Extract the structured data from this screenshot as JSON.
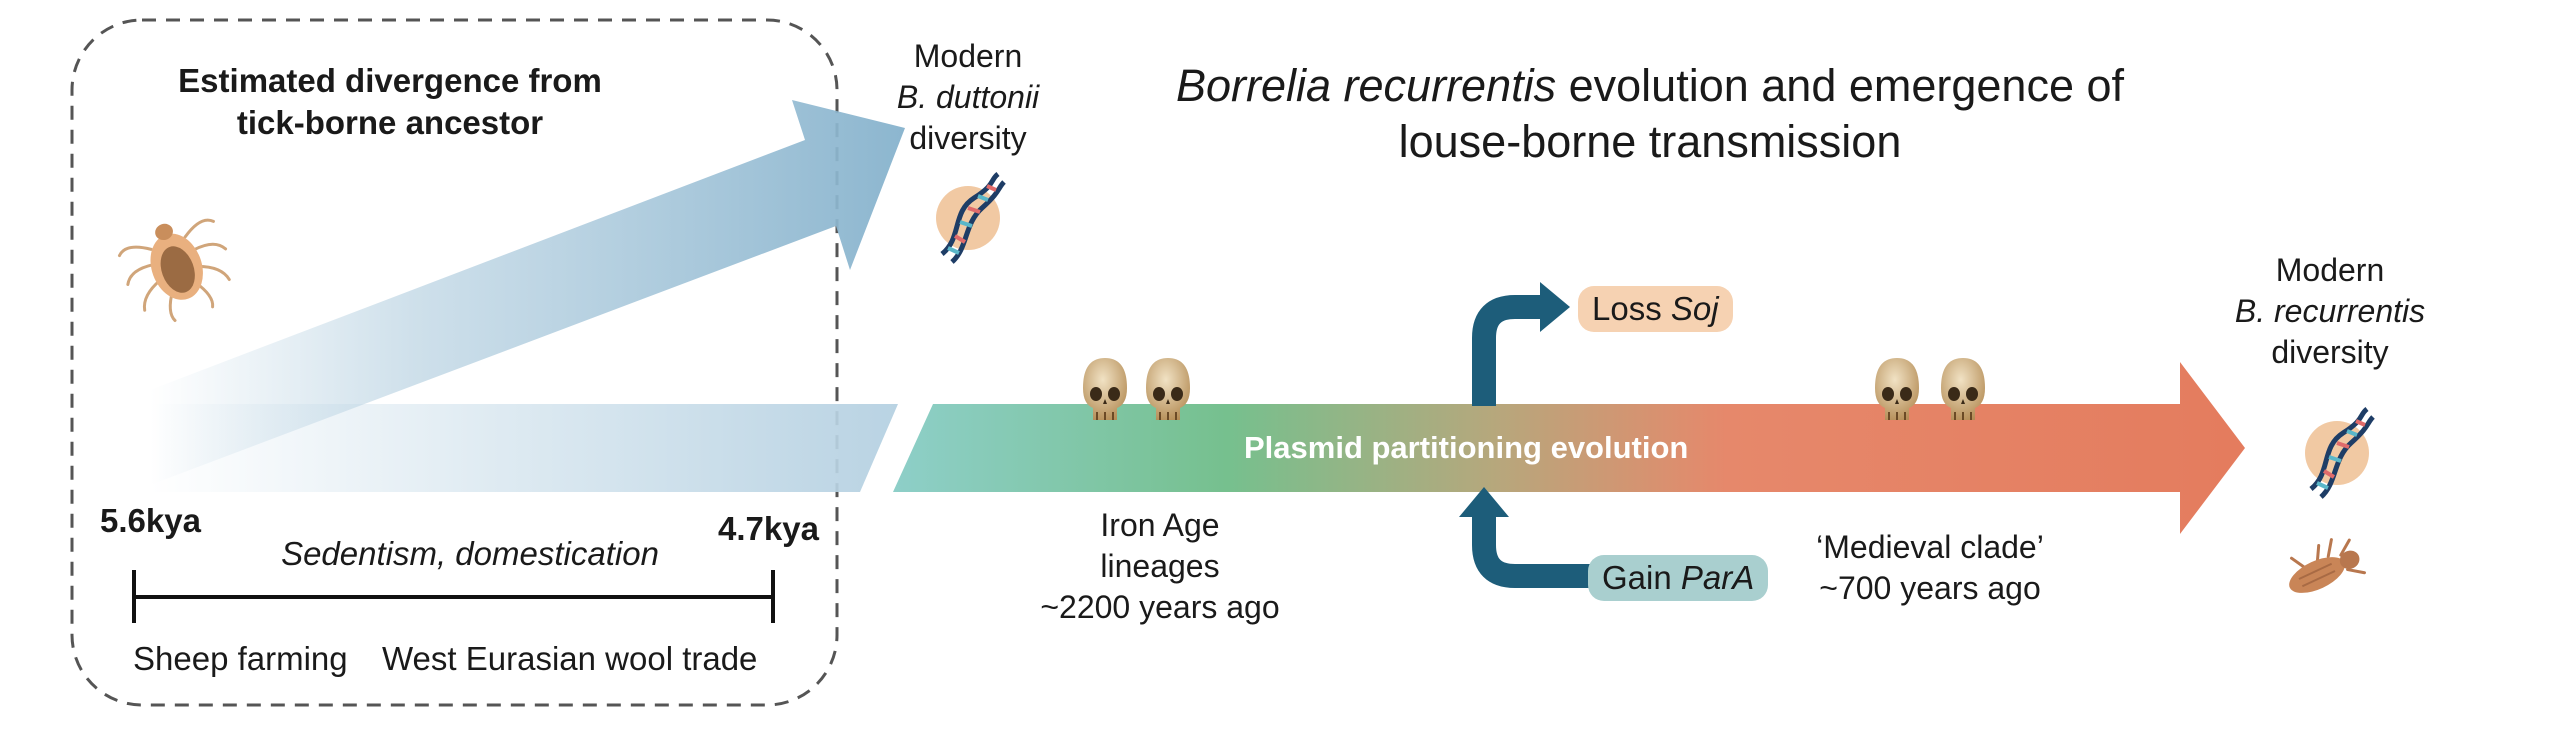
{
  "title": {
    "italic": "Borrelia recurrentis",
    "rest_line1": " evolution and emergence of",
    "line2": "louse-borne transmission"
  },
  "divergence_box": {
    "heading_line1": "Estimated divergence from",
    "heading_line2": "tick-borne ancestor"
  },
  "modern_duttonii": {
    "line1": "Modern",
    "line2": "B. duttonii",
    "line3": "diversity"
  },
  "modern_recurrentis": {
    "line1": "Modern",
    "line2": "B. recurrentis",
    "line3": "diversity"
  },
  "timeline": {
    "start_label": "5.6kya",
    "end_label": "4.7kya",
    "caption": "Sedentism, domestication",
    "left_below": "Sheep farming",
    "right_below": "West Eurasian wool trade"
  },
  "main_arrow_label": "Plasmid partitioning evolution",
  "loss": {
    "word": "Loss",
    "gene": "Soj"
  },
  "gain": {
    "word": "Gain",
    "gene": "ParA"
  },
  "iron_age": {
    "line1": "Iron Age",
    "line2": "lineages",
    "line3": "~2200 years ago"
  },
  "medieval": {
    "line1": "‘Medieval clade’",
    "line2": "~700 years ago"
  },
  "colors": {
    "blue_arrow": "#93bad2",
    "teal_start": "#8ecfc9",
    "green_mid": "#76c08e",
    "salmon_end": "#e47c5e",
    "dark_teal": "#1d5d7a",
    "loss_pill": "#f6d2b2",
    "gain_pill": "#a9cfcf"
  },
  "icons": [
    "tick-icon",
    "dna-icon",
    "skull-icon",
    "louse-icon"
  ]
}
